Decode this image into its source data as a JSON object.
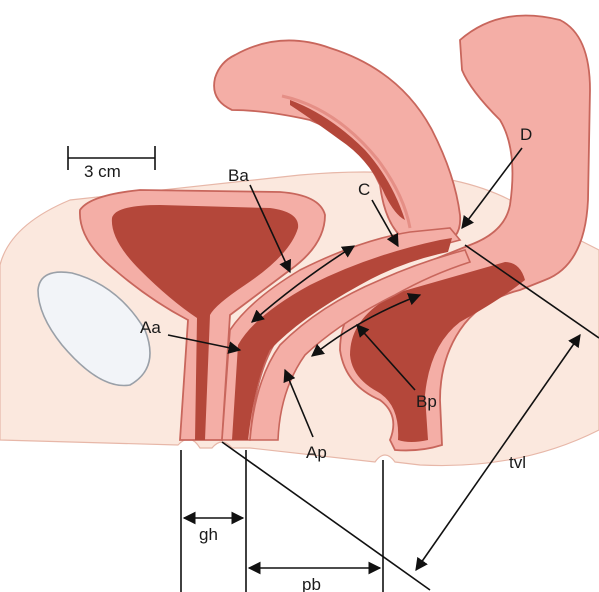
{
  "labels": {
    "scale": "3 cm",
    "Ba": "Ba",
    "C": "C",
    "D": "D",
    "Aa": "Aa",
    "Ap": "Ap",
    "Bp": "Bp",
    "tvl": "tvl",
    "gh": "gh",
    "pb": "pb"
  },
  "colors": {
    "skin": "#fbe8de",
    "pink": "#f4aea6",
    "wall": "#e58f86",
    "dark": "#b4473a",
    "outline": "#c8665c",
    "bone": "#f2f4f8"
  }
}
